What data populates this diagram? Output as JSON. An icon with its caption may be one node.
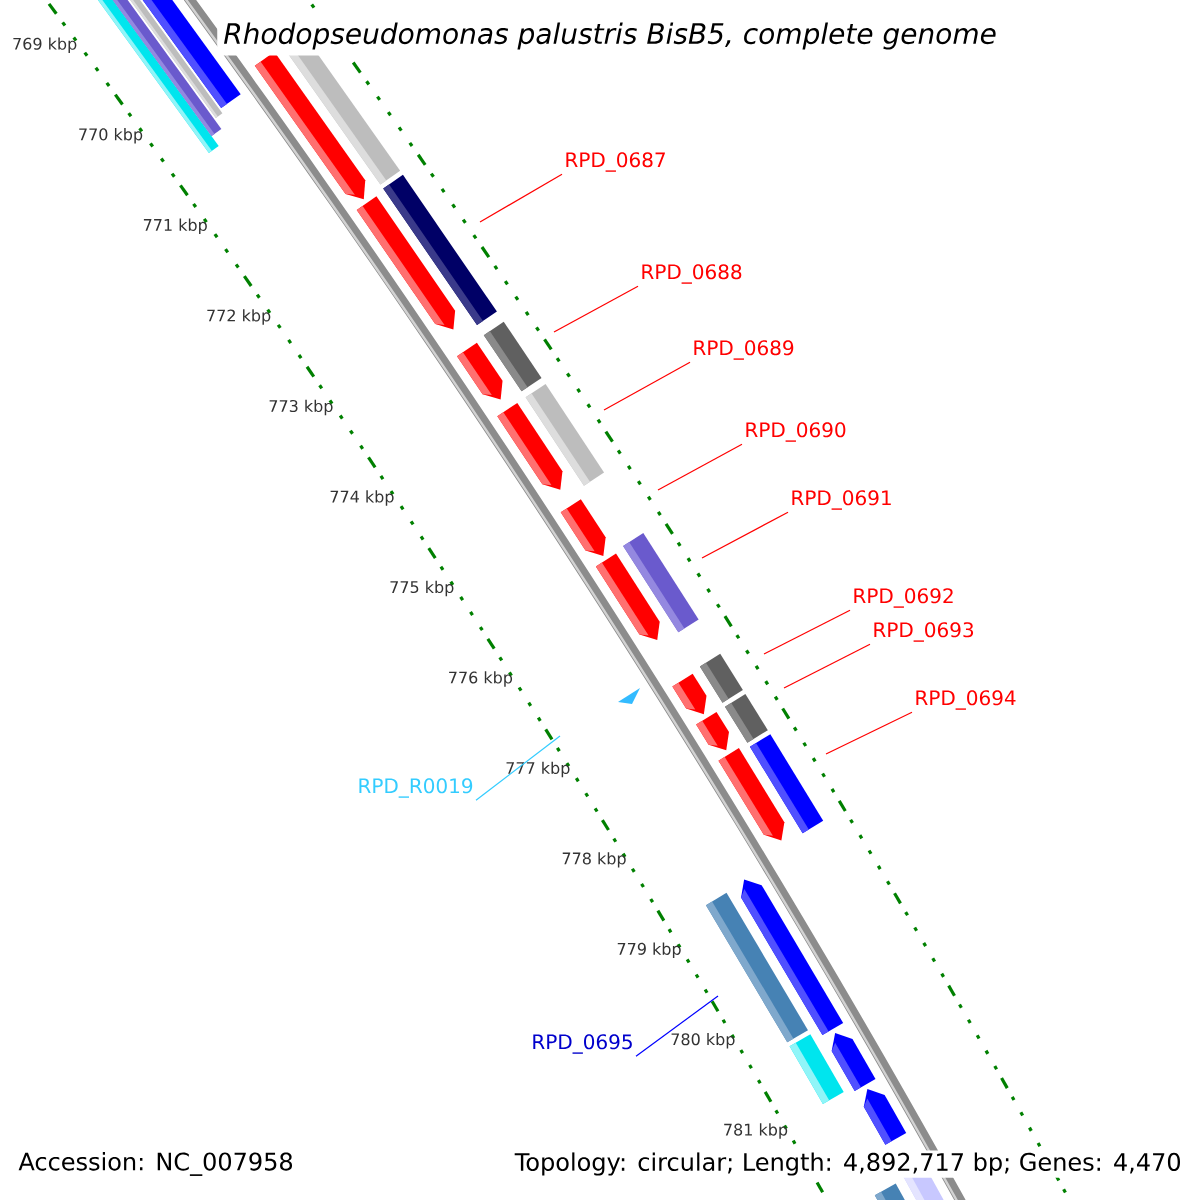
{
  "diagram": {
    "title": "Rhodopseudomonas palustris BisB5, complete genome",
    "nodes": [
      {
        "text": [
          "RPD_0687"
        ]
      },
      {
        "text": [
          "RPD_0688"
        ]
      },
      {
        "text": [
          "RPD_0689"
        ]
      },
      {
        "text": [
          "RPD_0690"
        ]
      },
      {
        "text": [
          "RPD_0691"
        ]
      },
      {
        "text": [
          "RPD_0692"
        ]
      },
      {
        "text": [
          "RPD_0693"
        ]
      },
      {
        "text": [
          "RPD_0694"
        ]
      },
      {
        "text": [
          "RPD_R0019"
        ]
      },
      {
        "text": [
          "RPD_0695"
        ]
      }
    ],
    "edges": [
      {
        "from": 0,
        "to": null,
        "arrow": "none"
      },
      {
        "from": 1,
        "to": null,
        "arrow": "none"
      },
      {
        "from": 2,
        "to": null,
        "arrow": "none"
      },
      {
        "from": 3,
        "to": null,
        "arrow": "none"
      },
      {
        "from": 4,
        "to": null,
        "arrow": "none"
      },
      {
        "from": 5,
        "to": null,
        "arrow": "none"
      },
      {
        "from": 6,
        "to": null,
        "arrow": "none"
      },
      {
        "from": 7,
        "to": null,
        "arrow": "none"
      },
      {
        "from": 8,
        "to": null,
        "arrow": "none",
        "color": "#33ccff"
      },
      {
        "from": 9,
        "to": null,
        "arrow": "none",
        "color": "#0000ff"
      }
    ],
    "labels": [
      "769 kbp",
      "770 kbp",
      "771 kbp",
      "772 kbp",
      "773 kbp",
      "774 kbp",
      "775 kbp",
      "776 kbp",
      "777 kbp",
      "778 kbp",
      "779 kbp",
      "780 kbp",
      "781 kbp",
      "Accession: NC_007958",
      "Topology: circular; Length: 4,892,717 bp; Genes: 4,470"
    ]
  }
}
